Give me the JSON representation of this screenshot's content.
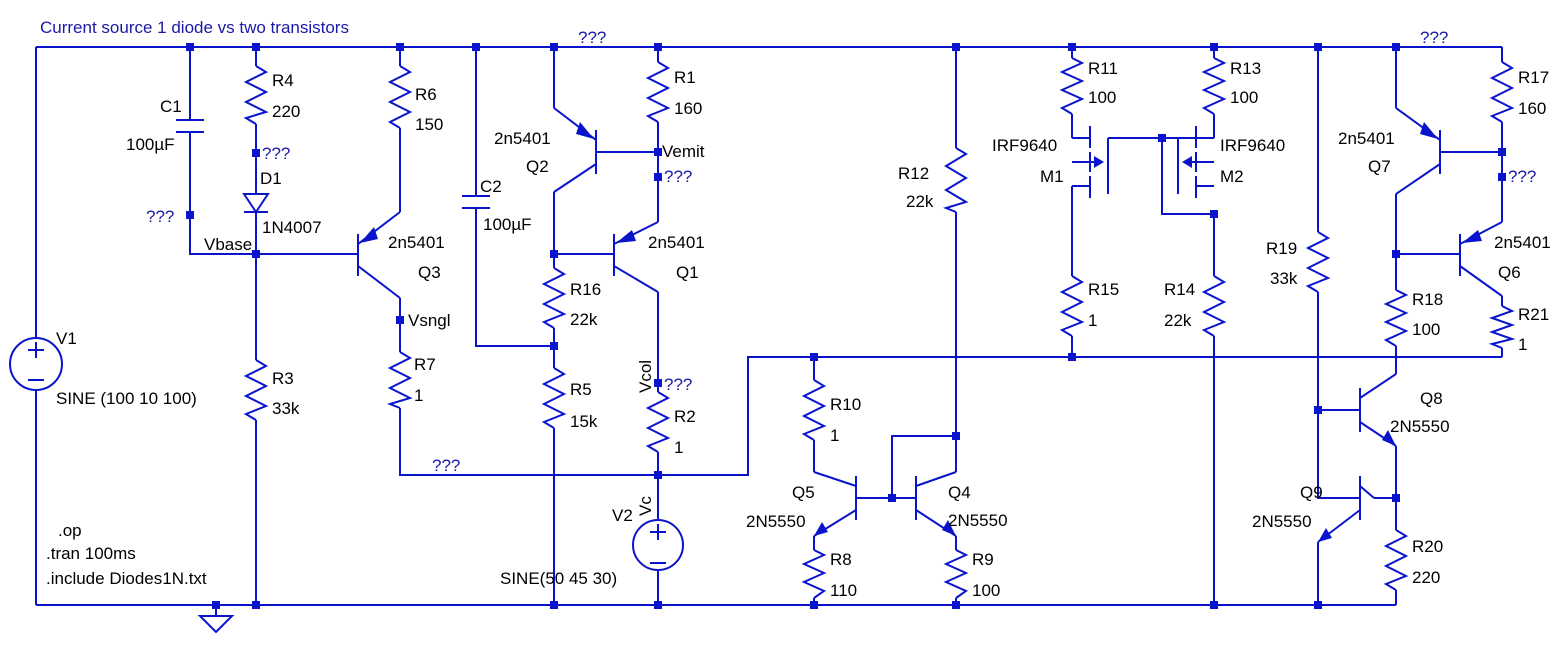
{
  "title": "Current source 1 diode vs two transistors",
  "colors": {
    "wire": "#0a14cc",
    "text": "#000000",
    "net_label": "#1a1aa8"
  },
  "components": {
    "c1": {
      "name": "C1",
      "value": "100µF"
    },
    "c2": {
      "name": "C2",
      "value": "100µF"
    },
    "r4": {
      "name": "R4",
      "value": "220"
    },
    "r6": {
      "name": "R6",
      "value": "150"
    },
    "r1": {
      "name": "R1",
      "value": "160"
    },
    "r3": {
      "name": "R3",
      "value": "33k"
    },
    "r7": {
      "name": "R7",
      "value": "1"
    },
    "r16": {
      "name": "R16",
      "value": "22k"
    },
    "r5": {
      "name": "R5",
      "value": "15k"
    },
    "r2": {
      "name": "R2",
      "value": "1"
    },
    "r12": {
      "name": "R12",
      "value": "22k"
    },
    "r10": {
      "name": "R10",
      "value": "1"
    },
    "r8": {
      "name": "R8",
      "value": "110"
    },
    "r9": {
      "name": "R9",
      "value": "100"
    },
    "r11": {
      "name": "R11",
      "value": "100"
    },
    "r13": {
      "name": "R13",
      "value": "100"
    },
    "r15": {
      "name": "R15",
      "value": "1"
    },
    "r14": {
      "name": "R14",
      "value": "22k"
    },
    "r19": {
      "name": "R19",
      "value": "33k"
    },
    "r17": {
      "name": "R17",
      "value": "160"
    },
    "r18": {
      "name": "R18",
      "value": "100"
    },
    "r21": {
      "name": "R21",
      "value": "1"
    },
    "r20": {
      "name": "R20",
      "value": "220"
    },
    "d1": {
      "name": "D1",
      "value": "1N4007"
    },
    "q1": {
      "name": "Q1",
      "value": "2n5401"
    },
    "q2": {
      "name": "Q2",
      "value": "2n5401"
    },
    "q3": {
      "name": "Q3",
      "value": "2n5401"
    },
    "q4": {
      "name": "Q4",
      "value": "2N5550"
    },
    "q5": {
      "name": "Q5",
      "value": "2N5550"
    },
    "q6": {
      "name": "Q6",
      "value": "2n5401"
    },
    "q7": {
      "name": "Q7",
      "value": "2n5401"
    },
    "q8": {
      "name": "Q8",
      "value": "2N5550"
    },
    "q9": {
      "name": "Q9",
      "value": "2N5550"
    },
    "m1": {
      "name": "M1",
      "value": "IRF9640"
    },
    "m2": {
      "name": "M2",
      "value": "IRF9640"
    },
    "v1": {
      "name": "V1",
      "value": "SINE (100 10 100)"
    },
    "v2": {
      "name": "V2",
      "value": "SINE(50 45 30)"
    }
  },
  "nets": {
    "vbase": "Vbase",
    "vsngl": "Vsngl",
    "vemit": "Vemit",
    "vcol": "Vcol",
    "vc": "Vc",
    "unnamed": "???"
  },
  "directives": [
    ".op",
    ".tran 100ms",
    ".include Diodes1N.txt"
  ]
}
